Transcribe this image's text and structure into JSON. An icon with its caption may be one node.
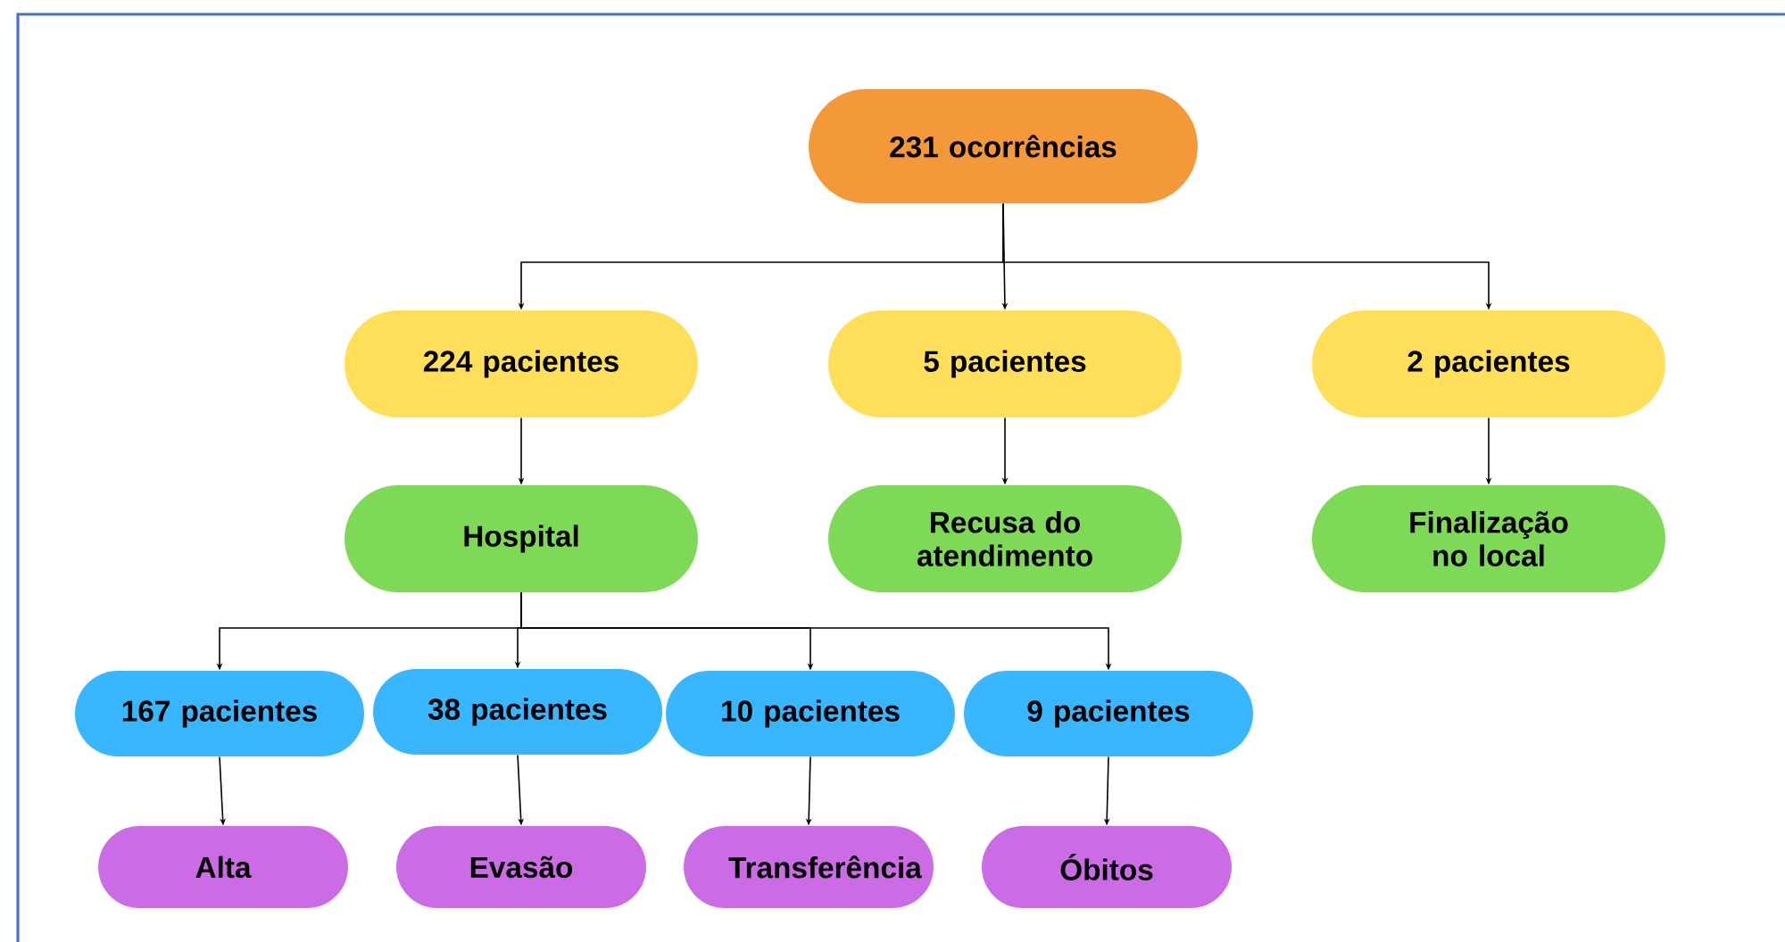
{
  "diagram": {
    "nodes": [
      {
        "text": [
          "231 ocorrências"
        ]
      },
      {
        "text": [
          "224 pacientes"
        ]
      },
      {
        "text": [
          "5 pacientes"
        ]
      },
      {
        "text": [
          "2 pacientes"
        ]
      },
      {
        "text": [
          "Hospital"
        ]
      },
      {
        "text": [
          "Recusa do atendimento"
        ]
      },
      {
        "text": [
          "Finalização no local"
        ]
      },
      {
        "text": [
          "167 pacientes"
        ]
      },
      {
        "text": [
          "38 pacientes"
        ]
      },
      {
        "text": [
          "10 pacientes"
        ]
      },
      {
        "text": [
          "9 pacientes"
        ]
      },
      {
        "text": [
          "Alta"
        ]
      },
      {
        "text": [
          "Evasão"
        ]
      },
      {
        "text": [
          "Transferência"
        ]
      },
      {
        "text": [
          "Óbitos"
        ]
      }
    ],
    "edges": [
      {
        "from": 0,
        "to": 1,
        "arrow": "to"
      },
      {
        "from": 0,
        "to": 2,
        "arrow": "to"
      },
      {
        "from": 0,
        "to": 3,
        "arrow": "to"
      },
      {
        "from": 1,
        "to": 4,
        "arrow": "to"
      },
      {
        "from": 2,
        "to": 5,
        "arrow": "to"
      },
      {
        "from": 3,
        "to": 6,
        "arrow": "to"
      },
      {
        "from": 4,
        "to": 7,
        "arrow": "to"
      },
      {
        "from": 4,
        "to": 8,
        "arrow": "to"
      },
      {
        "from": 4,
        "to": 9,
        "arrow": "to"
      },
      {
        "from": 4,
        "to": 10,
        "arrow": "to"
      },
      {
        "from": 7,
        "to": 11,
        "arrow": "to"
      },
      {
        "from": 8,
        "to": 12,
        "arrow": "to"
      },
      {
        "from": 9,
        "to": 13,
        "arrow": "to"
      },
      {
        "from": 10,
        "to": 14,
        "arrow": "to"
      }
    ]
  }
}
